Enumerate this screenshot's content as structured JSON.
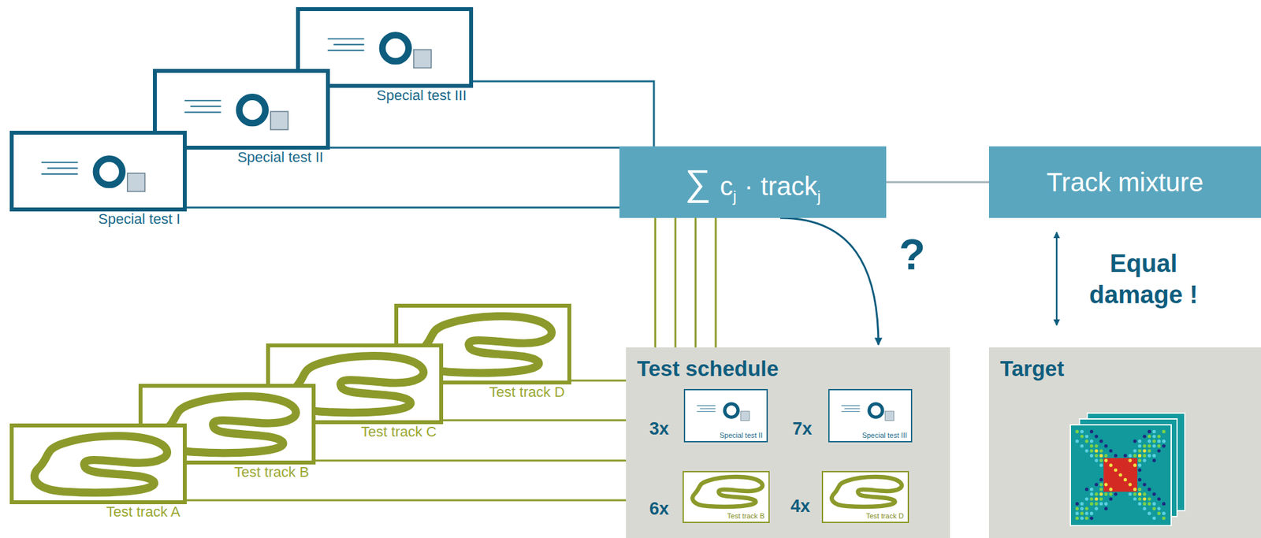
{
  "diagram": {
    "nodes": [
      {
        "text": [
          "Special test I"
        ]
      },
      {
        "text": [
          "Special test II"
        ]
      },
      {
        "text": [
          "Special test III"
        ]
      },
      {
        "text": [
          "Test track A"
        ]
      },
      {
        "text": [
          "Test track B"
        ]
      },
      {
        "text": [
          "Test track C"
        ]
      },
      {
        "text": [
          "Test track D"
        ]
      },
      {
        "text": [
          "∑",
          "c",
          "j",
          "·",
          "track",
          "j"
        ]
      },
      {
        "text": [
          "Track mixture"
        ]
      },
      {
        "text": [
          "Test schedule"
        ]
      },
      {
        "text": [
          "Special test II"
        ],
        "in": 9
      },
      {
        "text": [
          "Special test III"
        ],
        "in": 9
      },
      {
        "text": [
          "Test track B"
        ],
        "in": 9
      },
      {
        "text": [
          "Test track D"
        ],
        "in": 9
      },
      {
        "text": [
          "Target"
        ]
      }
    ],
    "edges": [
      {
        "from": 0,
        "to": 7,
        "arrow": "none"
      },
      {
        "from": 1,
        "to": 7,
        "arrow": "none"
      },
      {
        "from": 2,
        "to": 7,
        "arrow": "none"
      },
      {
        "from": 3,
        "to": 7,
        "arrow": "none"
      },
      {
        "from": 4,
        "to": 7,
        "arrow": "none"
      },
      {
        "from": 5,
        "to": 7,
        "arrow": "none"
      },
      {
        "from": 6,
        "to": 7,
        "arrow": "none"
      },
      {
        "from": 7,
        "to": 8,
        "arrow": "none"
      },
      {
        "from": 7,
        "to": 9,
        "arrow": "to",
        "label": "?"
      },
      {
        "from": 8,
        "to": 14,
        "arrow": "both",
        "label": "Equal damage !"
      }
    ],
    "labels": [
      "3x",
      "7x",
      "6x",
      "4x"
    ]
  }
}
